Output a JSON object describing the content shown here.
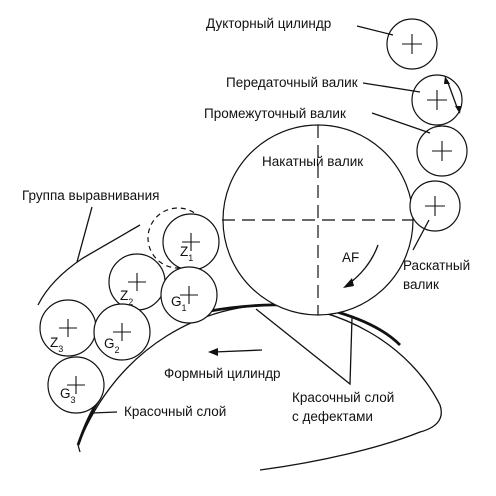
{
  "labels": {
    "ductor_roller": "Дукторный цилиндр",
    "transfer_roller": "Передаточный валик",
    "intermediate_roller": "Промежуточный валик",
    "form_roller": "Накатный валик",
    "leveling_group": "Группа выравнивания",
    "distributor_line1": "Раскатный",
    "distributor_line2": "валик",
    "rotation": "AF",
    "plate_cylinder": "Формный цилиндр",
    "defect_layer_line1": "Красочный слой",
    "defect_layer_line2": "с дефектами",
    "ink_layer": "Красочный слой"
  },
  "roller_marks": [
    {
      "letter": "Z",
      "index": "1"
    },
    {
      "letter": "Z",
      "index": "2"
    },
    {
      "letter": "G",
      "index": "1"
    },
    {
      "letter": "Z",
      "index": "3"
    },
    {
      "letter": "G",
      "index": "2"
    },
    {
      "letter": "G",
      "index": "3"
    }
  ]
}
